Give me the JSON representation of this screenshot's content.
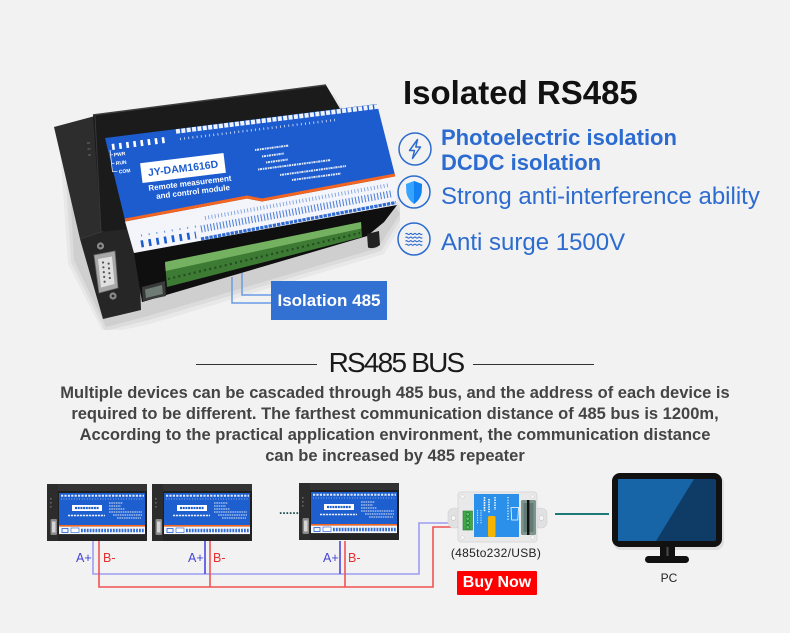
{
  "colors": {
    "background": "#f2f2f2",
    "title": "#111111",
    "accent": "#2c6bcf",
    "shield_light": "#36a3ff",
    "shield_dark": "#1282f2",
    "callout": "#3271d2",
    "callout_line": "#6b9be4",
    "device_blue": "#1d5ccf",
    "device_orange": "#f26522",
    "body_text": "#444444",
    "wire_a": "#9d9df2",
    "wire_a_dark": "#4848de",
    "wire_b": "#f05252",
    "label_a": "#4343d6",
    "label_b": "#e53030",
    "ellipsis": "#1d4f4f",
    "link_line": "#1f7a77",
    "buy_button": "#ff0000"
  },
  "hero": {
    "title": "Isolated RS485",
    "features": [
      {
        "icon": "lightning-icon",
        "lines": [
          "Photoelectric isolation",
          "DCDC isolation"
        ]
      },
      {
        "icon": "shield-icon",
        "lines": [
          "Strong anti-interference ability"
        ]
      },
      {
        "icon": "waves-icon",
        "lines": [
          "Anti surge 1500V"
        ]
      }
    ],
    "product": {
      "model": "JY-DAM1616D",
      "caption_lines": [
        "Remote measurement",
        "and control module"
      ],
      "led_labels": [
        "PWR",
        "RUN",
        "COM"
      ],
      "callout": "Isolation 485"
    }
  },
  "bus": {
    "heading": "RS485 BUS",
    "description_lines": [
      "Multiple devices can be cascaded through 485 bus, and the address of each device is",
      "required to be different. The farthest communication distance of 485 bus is 1200m,",
      "According to the practical application environment, the communication distance",
      "can be increased by 485 repeater"
    ],
    "diagram": {
      "devices": [
        {
          "a_label": "A+",
          "b_label": "B-"
        },
        {
          "a_label": "A+",
          "b_label": "B-"
        },
        {
          "a_label": "A+",
          "b_label": "B-"
        }
      ],
      "ellipsis": "......",
      "converter_label": "(485to232/USB)",
      "buy_button": "Buy Now",
      "pc_label": "PC"
    }
  }
}
